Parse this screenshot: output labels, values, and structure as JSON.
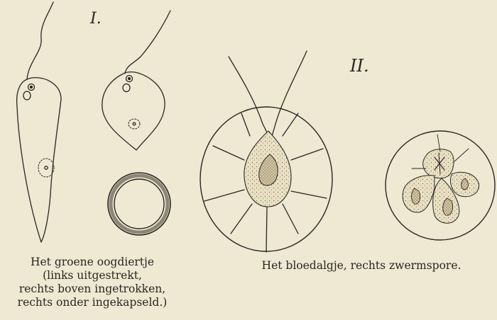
{
  "figure_labels": {
    "part_one": "I.",
    "part_two": "II."
  },
  "caption_left": {
    "lines": [
      "Het groene oogdiertje",
      "(links uitgestrekt,",
      "rechts boven ingetrokken,",
      "rechts onder ingekapseld.)"
    ]
  },
  "caption_right": {
    "text": "Het bloedalgje, rechts zwermspore."
  },
  "colors": {
    "paper": "#efe8d2",
    "ink": "#2a2622"
  }
}
